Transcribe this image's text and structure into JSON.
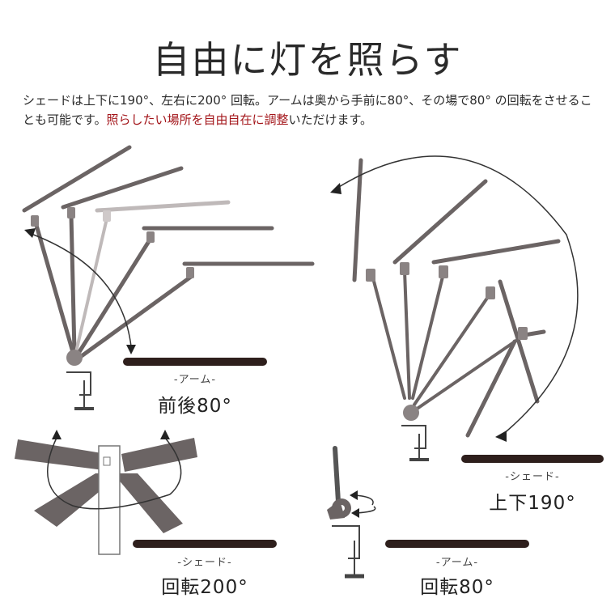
{
  "title": "自由に灯を照らす",
  "description": {
    "before": "シェードは上下に190°、左右に200° 回転。アームは奥から手前に80°、その場で80° の回転をさせることも可能です。",
    "highlight": "照らしたい場所を自由自在に調整",
    "after": "いただけます。"
  },
  "colors": {
    "highlight": "#a3151a",
    "bar": "#2e1f1c",
    "lamp": "#6b6464"
  },
  "panels": [
    {
      "sub": "-アーム-",
      "main": "前後80°"
    },
    {
      "sub": "-シェード-",
      "main": "上下190°"
    },
    {
      "sub": "-シェード-",
      "main": "回転200°"
    },
    {
      "sub": "-アーム-",
      "main": "回転80°"
    }
  ]
}
